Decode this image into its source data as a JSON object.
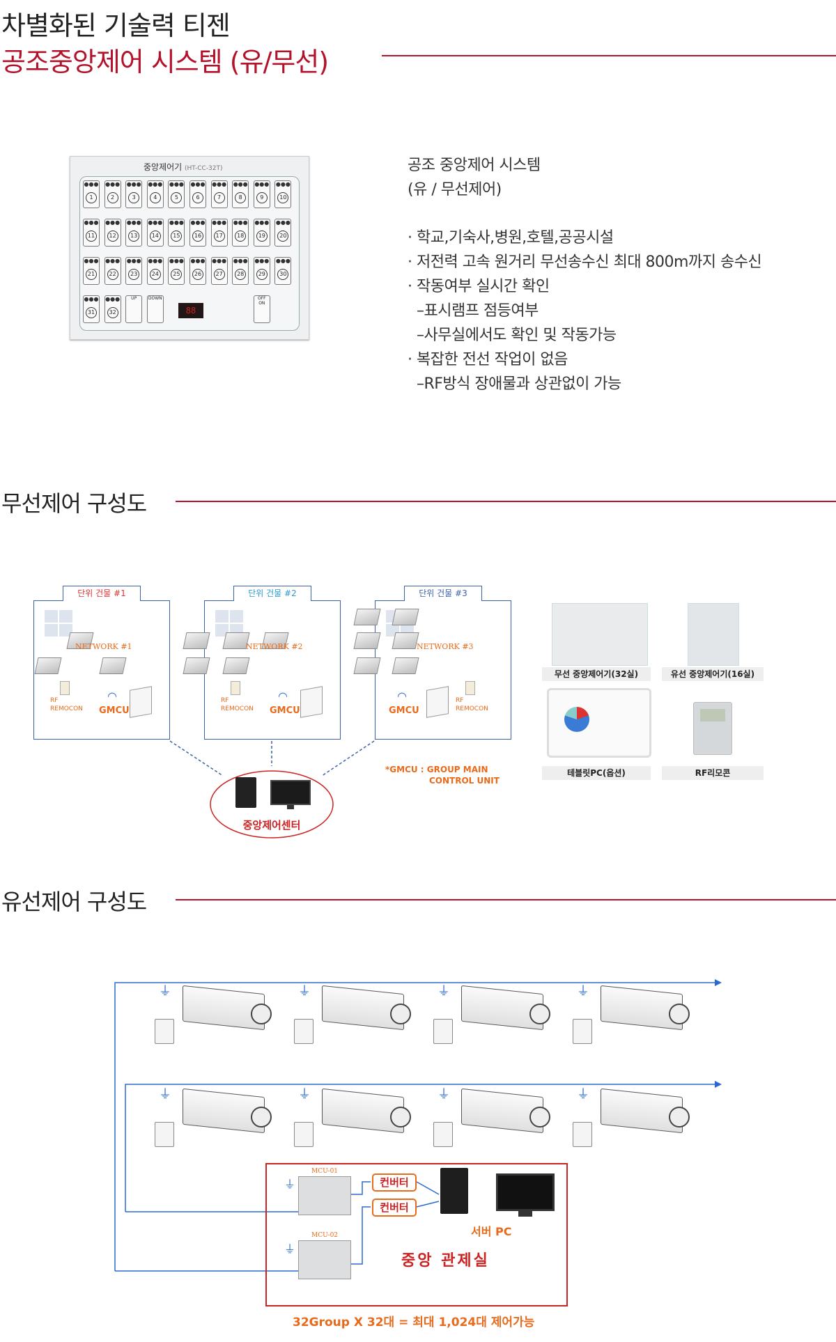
{
  "header": {
    "title_line1": "차별화된 기술력 티젠",
    "title_line2": "공조중앙제어 시스템 (유/무선)"
  },
  "intro": {
    "panel_label": "중앙제어기",
    "panel_model": "(HT-CC-32T)",
    "panel_buttons_row1": [
      "1",
      "2",
      "3",
      "4",
      "5",
      "6",
      "7",
      "8",
      "9",
      "10"
    ],
    "panel_buttons_row2": [
      "11",
      "12",
      "13",
      "14",
      "15",
      "16",
      "17",
      "18",
      "19",
      "20"
    ],
    "panel_buttons_row3": [
      "21",
      "22",
      "23",
      "24",
      "25",
      "26",
      "27",
      "28",
      "29",
      "30"
    ],
    "panel_buttons_row4": [
      "31",
      "32"
    ],
    "panel_up": "UP",
    "panel_down": "DOWN",
    "panel_offon": "OFF ON",
    "desc_title1": "공조 중앙제어 시스템",
    "desc_title2": "(유 / 무선제어)",
    "bullets": [
      "· 학교,기숙사,병원,호텔,공공시설",
      "· 저전력 고속 원거리 무선송수신 최대 800m까지 송수신",
      "· 작동여부 실시간 확인",
      "  –표시램프 점등여부",
      "  –사무실에서도 확인 및 작동가능",
      "· 복잡한 전선 작업이 없음",
      "  –RF방식 장애물과 상관없이 가능"
    ]
  },
  "wireless": {
    "section_title": "무선제어 구성도",
    "buildings": [
      {
        "tab": "단위 건물 #1",
        "network": "NETWORK #1",
        "rf": "RF",
        "remocon": "REMOCON",
        "gmcu": "GMCU"
      },
      {
        "tab": "단위 건물 #2",
        "network": "NETWORK #2",
        "rf": "RF",
        "remocon": "REMOCON",
        "gmcu": "GMCU"
      },
      {
        "tab": "단위 건물 #3",
        "network": "NETWORK #3",
        "rf": "RF",
        "remocon": "REMOCON",
        "gmcu": "GMCU"
      }
    ],
    "center_label": "중앙제어센터",
    "gmcu_note_line1": "*GMCU : GROUP MAIN",
    "gmcu_note_line2": "CONTROL UNIT",
    "products": [
      {
        "caption": "무선 중앙제어기(32실)"
      },
      {
        "caption": "유선 중앙제어기(16실)"
      },
      {
        "caption": "테블릿PC(옵션)"
      },
      {
        "caption": "RF리모콘"
      }
    ]
  },
  "wired": {
    "section_title": "유선제어 구성도",
    "mcu1": "MCU-01",
    "mcu2": "MCU-02",
    "converter1": "컨버터",
    "converter2": "컨버터",
    "server_pc": "서버 PC",
    "control_room": "중앙 관제실",
    "footer_note": "32Group X 32대 = 최대 1,024대 제어가능"
  },
  "colors": {
    "accent": "#b3122a",
    "building_border": "#3b62a8",
    "orange": "#e86a1a",
    "blue_link": "#2a6ad0"
  }
}
